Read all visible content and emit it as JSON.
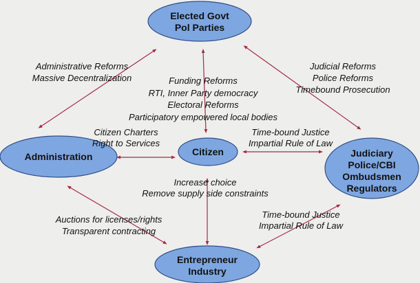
{
  "nodes": {
    "govt": [
      "Elected Govt",
      "Pol Parties"
    ],
    "administration": [
      "Administration"
    ],
    "citizen": [
      "Citizen"
    ],
    "judiciary": [
      "Judiciary",
      "Police/CBI",
      "Ombudsmen",
      "Regulators"
    ],
    "entrepreneur": [
      "Entrepreneur",
      "Industry"
    ]
  },
  "labels": {
    "govt_admin": [
      "Administrative Reforms",
      "Massive Decentralization"
    ],
    "govt_citizen": [
      "Funding Reforms",
      "RTI, Inner Party democracy",
      "Electoral Reforms",
      "Participatory empowered local bodies"
    ],
    "govt_judiciary": [
      "Judicial Reforms",
      "Police Reforms",
      "Timebound Prosecution"
    ],
    "admin_citizen": [
      "Citizen Charters",
      "Right to Services"
    ],
    "citizen_judiciary": [
      "Time-bound Justice",
      "Impartial Rule of Law"
    ],
    "citizen_entrepreneur": [
      "Increase choice",
      "Remove supply side constraints"
    ],
    "admin_entrepreneur": [
      "Auctions for licenses/rights",
      "Transparent contracting"
    ],
    "judiciary_entrepreneur": [
      "Time-bound Justice",
      "Impartial Rule of Law"
    ]
  },
  "colors": {
    "node_fill": "#7ea6e0",
    "arrow": "#a52a45",
    "background": "#eeeeec"
  }
}
